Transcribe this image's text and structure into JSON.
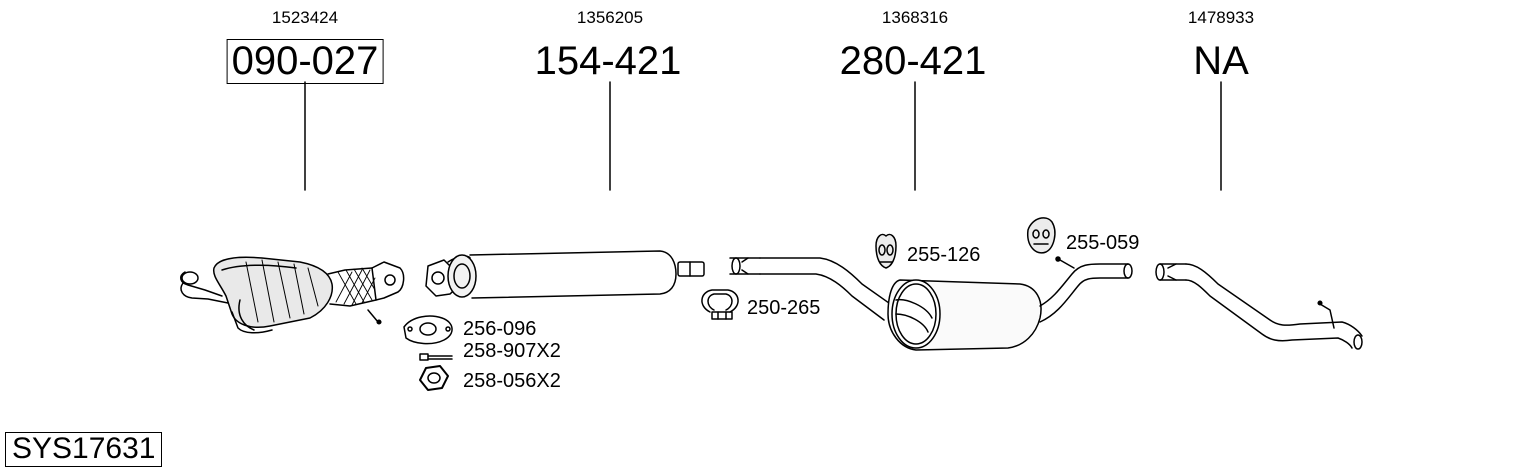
{
  "diagram": {
    "system_code": "SYS17631",
    "columns": [
      {
        "oem_ref": "1523424",
        "part_no": "090-027",
        "boxed": true
      },
      {
        "oem_ref": "1356205",
        "part_no": "154-421",
        "boxed": false
      },
      {
        "oem_ref": "1368316",
        "part_no": "280-421",
        "boxed": false
      },
      {
        "oem_ref": "1478933",
        "part_no": "NA",
        "boxed": false
      }
    ],
    "accessories": {
      "gasket": "256-096",
      "bolt": "258-907X2",
      "nut": "258-056X2",
      "clamp": "250-265",
      "hanger_a": "255-126",
      "hanger_b": "255-059"
    }
  }
}
